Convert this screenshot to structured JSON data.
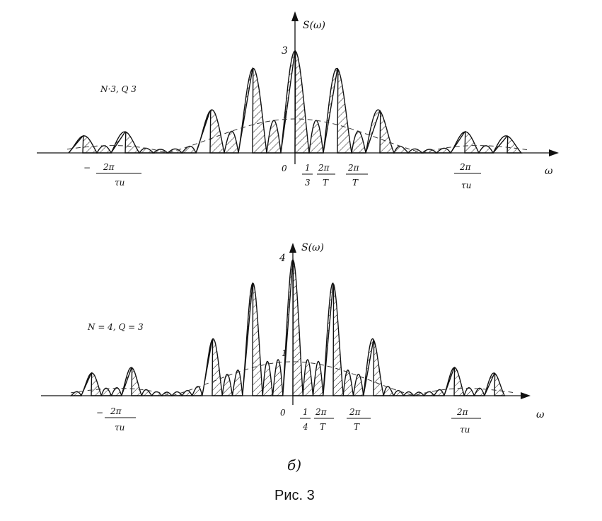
{
  "figure": {
    "caption": "Рис. 3",
    "part_label": "б)"
  },
  "plots": [
    {
      "id": "top",
      "params": "N·3,  Q  3",
      "y_axis_label": "S(ω)",
      "x_axis_label": "ω",
      "peak_label": "3",
      "envelope_label": "1",
      "origin_label": "0",
      "neg_tick": {
        "num": "2π",
        "den": "τи",
        "prefix": "−"
      },
      "pos_tick": {
        "num": "2π",
        "den": "τи"
      },
      "frac_tick": {
        "num": "1",
        "den": "3"
      },
      "period_tick_1": {
        "num": "2π",
        "den": "T"
      },
      "period_tick_2": {
        "num": "2π",
        "den": "T"
      },
      "N": 3,
      "Q": 3
    },
    {
      "id": "bottom",
      "params": "N = 4,  Q = 3",
      "y_axis_label": "S(ω)",
      "x_axis_label": "ω",
      "peak_label": "4",
      "envelope_label": "1",
      "origin_label": "0",
      "neg_tick": {
        "num": "2π",
        "den": "τи",
        "prefix": "−"
      },
      "pos_tick": {
        "num": "2π",
        "den": "τи"
      },
      "frac_tick": {
        "num": "1",
        "den": "4"
      },
      "period_tick_1": {
        "num": "2π",
        "den": "T"
      },
      "period_tick_2": {
        "num": "2π",
        "den": "T"
      },
      "N": 4,
      "Q": 3
    }
  ]
}
